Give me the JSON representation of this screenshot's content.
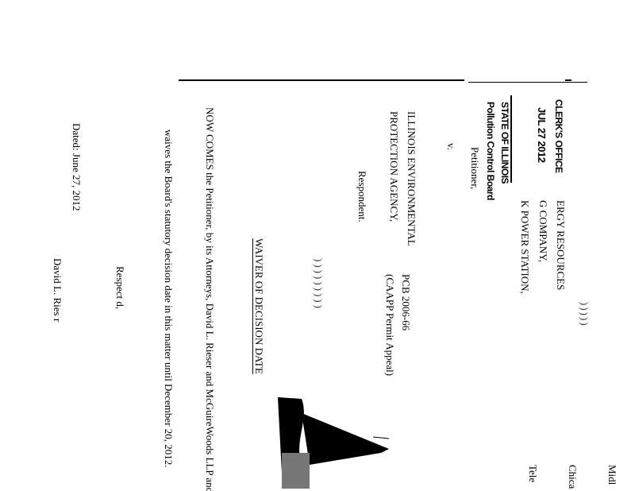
{
  "stamp": {
    "office": "CLERK'S OFFICE",
    "date": "JUL 27 2012",
    "state": "STATE OF ILLINOIS",
    "board": "Pollution Control Board"
  },
  "caption": {
    "petitioner_line1": "ERGY RESOURCES",
    "petitioner_line2": "G COMPANY,",
    "petitioner_line3": "K POWER STATION,",
    "petitioner_role": "Petitioner,",
    "versus": "v.",
    "respondent_line1": "ILLINOIS ENVIRONMENTAL",
    "respondent_line2": "PROTECTION AGENCY,",
    "respondent_role": "Respondent.",
    "case_number": "PCB 2006-66",
    "case_type": "(CAAPP Permit Appeal)"
  },
  "title": "WAIVER OF DECISION DATE",
  "body": {
    "line1": "NOW COMES the Petitioner, by its Attorneys, David L. Rieser and McGuireWoods LLP and",
    "line2": "waives the Board's statutory decision date in this matter until December 20, 2012."
  },
  "closing": "Respect        d,",
  "dated": "Dated: June 27, 2012",
  "signer": "David L. Ries r",
  "letterhead_fragments": [
    "Midl",
    "Chica",
    "Tele"
  ]
}
